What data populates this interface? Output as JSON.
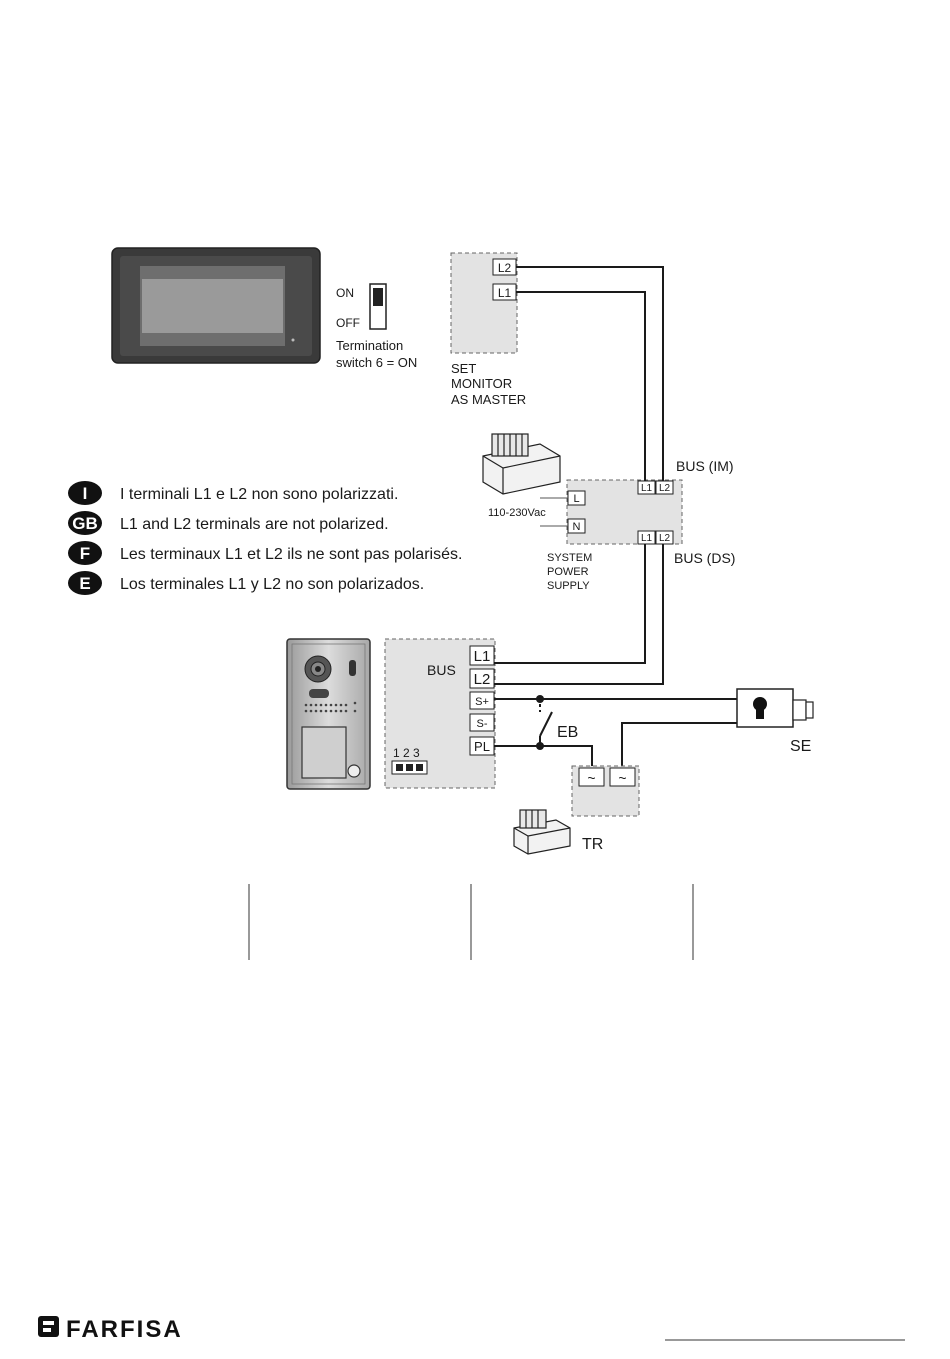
{
  "monitor_panel": {
    "switch_on": "ON",
    "switch_off": "OFF",
    "termination_line1": "Termination",
    "termination_line2": "switch 6 = ON"
  },
  "set_monitor": {
    "l2": "L2",
    "l1": "L1",
    "caption_line1": "SET",
    "caption_line2": "MONITOR",
    "caption_line3": "AS MASTER"
  },
  "power_supply": {
    "l_label": "L",
    "n_label": "N",
    "voltage": "110-230Vac",
    "top_l1": "L1",
    "top_l2": "L2",
    "bottom_l1": "L1",
    "bottom_l2": "L2",
    "caption_line1": "SYSTEM",
    "caption_line2": "POWER",
    "caption_line3": "SUPPLY",
    "bus_im": "BUS (IM)",
    "bus_ds": "BUS (DS)"
  },
  "notes": [
    {
      "lang": "I",
      "text": "I terminali L1 e L2 non sono polarizzati."
    },
    {
      "lang": "GB",
      "text": "L1 and L2 terminals are not polarized."
    },
    {
      "lang": "F",
      "text": "Les terminaux L1 et L2 ils ne sont pas polarisés."
    },
    {
      "lang": "E",
      "text": "Los terminales L1 y L2 no son polarizados."
    }
  ],
  "door_unit": {
    "bus": "BUS",
    "l1": "L1",
    "l2": "L2",
    "s_plus": "S+",
    "s_minus": "S-",
    "pl": "PL",
    "dip": "1 2 3"
  },
  "labels": {
    "eb": "EB",
    "se": "SE",
    "tr": "TR",
    "tilde": "~"
  },
  "footer": {
    "brand": "FARFISA"
  },
  "colors": {
    "box_fill": "#e3e3e3",
    "wire": "#1a1a1a",
    "badge": "#111111"
  }
}
